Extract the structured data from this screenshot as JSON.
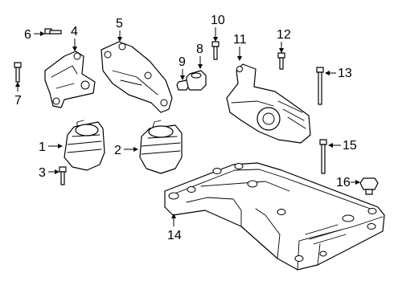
{
  "diagram": {
    "callouts": [
      {
        "id": "1",
        "label": "1"
      },
      {
        "id": "2",
        "label": "2"
      },
      {
        "id": "3",
        "label": "3"
      },
      {
        "id": "4",
        "label": "4"
      },
      {
        "id": "5",
        "label": "5"
      },
      {
        "id": "6",
        "label": "6"
      },
      {
        "id": "7",
        "label": "7"
      },
      {
        "id": "8",
        "label": "8"
      },
      {
        "id": "9",
        "label": "9"
      },
      {
        "id": "10",
        "label": "10"
      },
      {
        "id": "11",
        "label": "11"
      },
      {
        "id": "12",
        "label": "12"
      },
      {
        "id": "13",
        "label": "13"
      },
      {
        "id": "14",
        "label": "14"
      },
      {
        "id": "15",
        "label": "15"
      },
      {
        "id": "16",
        "label": "16"
      }
    ],
    "colors": {
      "line": "#000000",
      "background": "#ffffff"
    }
  }
}
